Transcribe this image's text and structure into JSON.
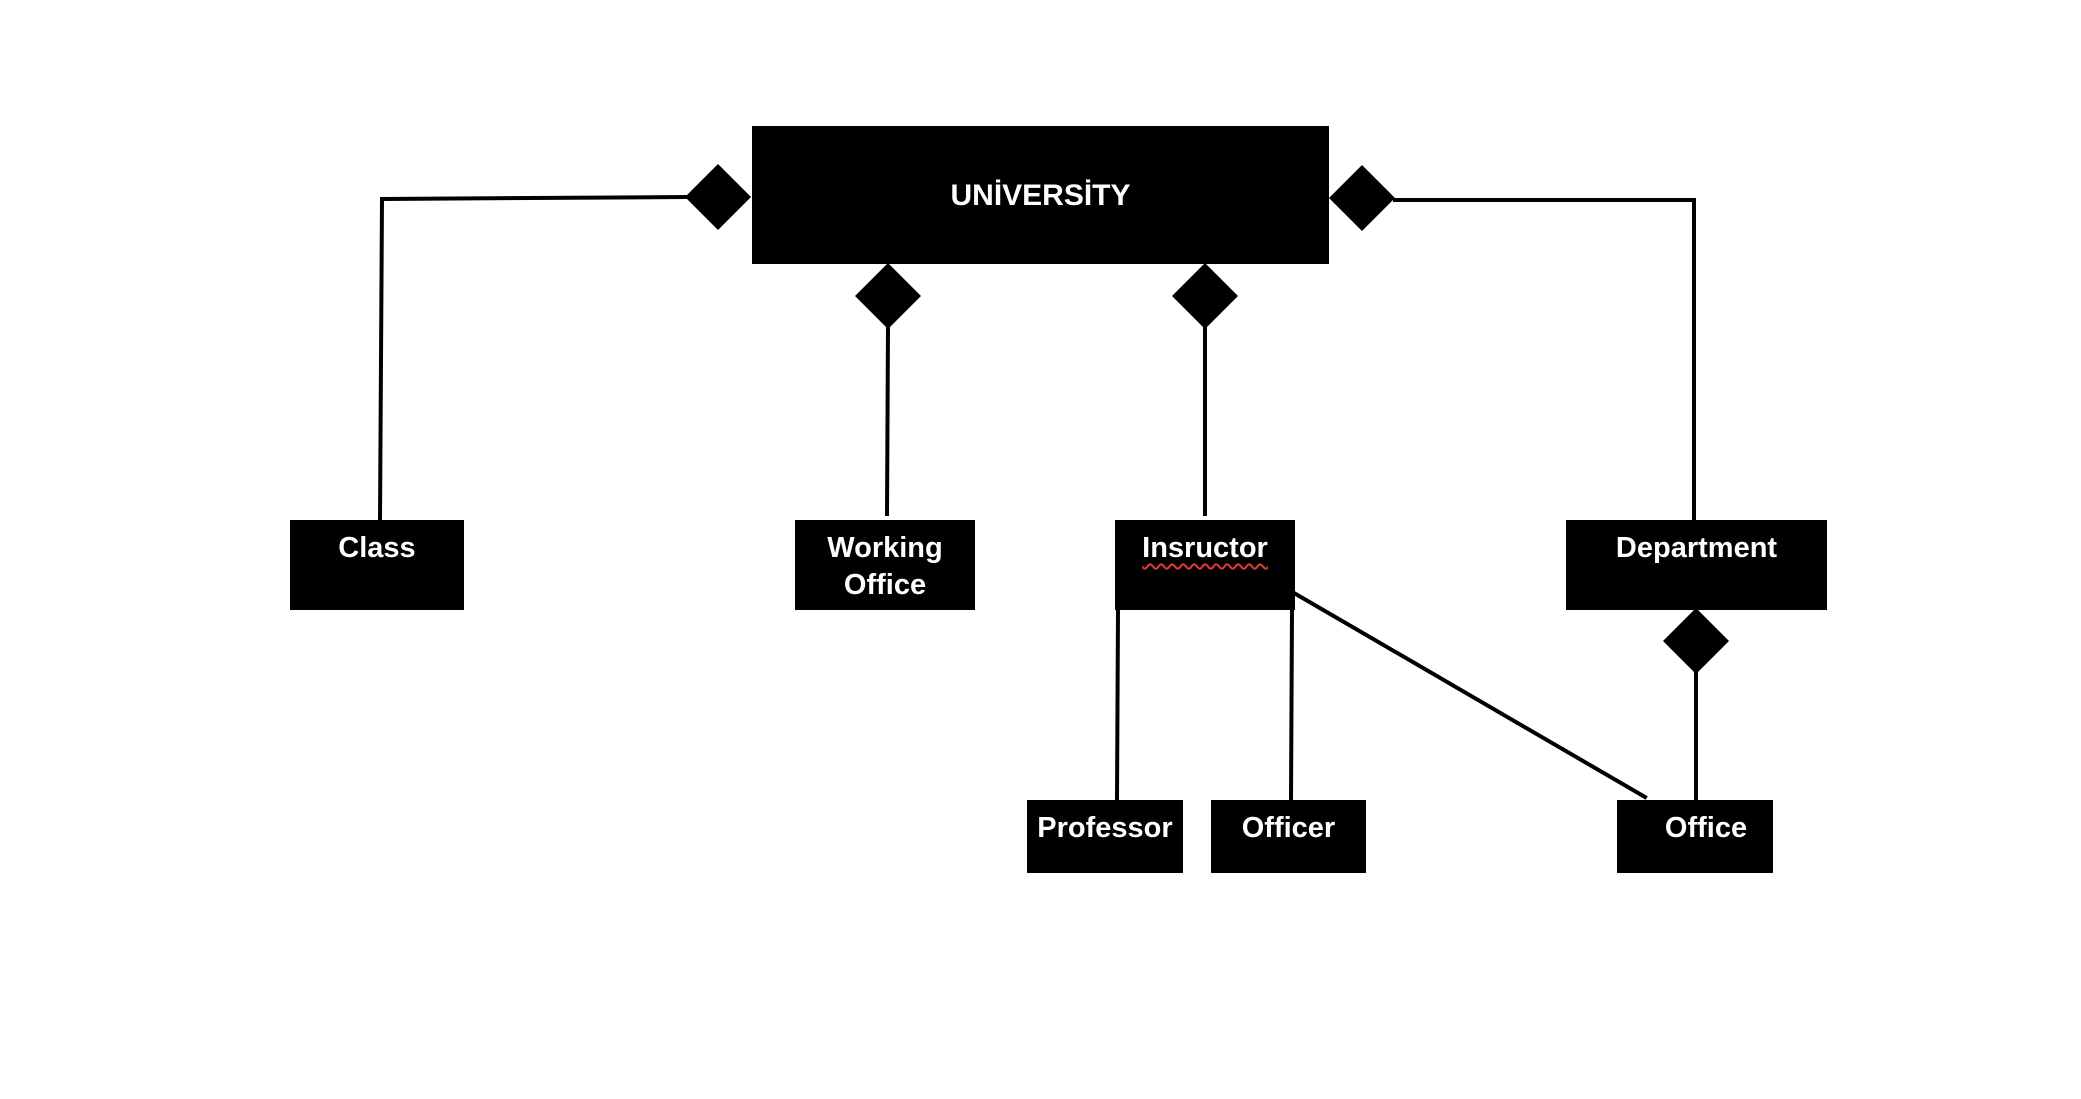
{
  "diagram": {
    "nodes": {
      "university": "UNİVERSİTY",
      "class": "Class",
      "working_office": "Working\nOffice",
      "instructor": "Insructor",
      "department": "Department",
      "professor": "Professor",
      "officer": "Officer",
      "office": "Office"
    },
    "edges": [
      {
        "from": "university",
        "to": "class",
        "type": "composition"
      },
      {
        "from": "university",
        "to": "working_office",
        "type": "composition"
      },
      {
        "from": "university",
        "to": "instructor",
        "type": "composition"
      },
      {
        "from": "university",
        "to": "department",
        "type": "composition"
      },
      {
        "from": "department",
        "to": "office",
        "type": "composition"
      },
      {
        "from": "instructor",
        "to": "professor",
        "type": "association"
      },
      {
        "from": "instructor",
        "to": "officer",
        "type": "association"
      },
      {
        "from": "instructor",
        "to": "office",
        "type": "association"
      }
    ],
    "colors": {
      "box_fill": "#000000",
      "box_text": "#ffffff",
      "line": "#000000",
      "spellcheck_underline": "#e53935"
    }
  }
}
